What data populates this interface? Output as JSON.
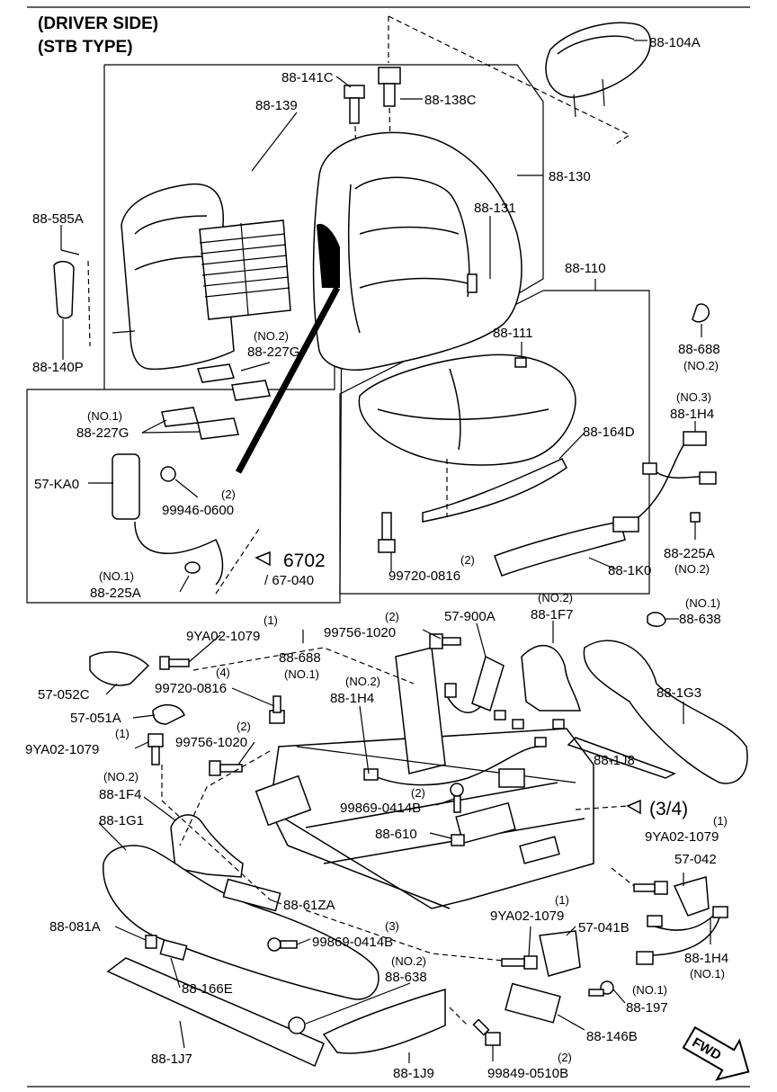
{
  "title": {
    "line1": "(DRIVER SIDE)",
    "line2": "(STB TYPE)"
  },
  "labels": {
    "p88_104A": "88-104A",
    "p88_141C": "88-141C",
    "p88_138C": "88-138C",
    "p88_139": "88-139",
    "p88_130": "88-130",
    "p88_131": "88-131",
    "p88_585A": "88-585A",
    "p88_140P": "88-140P",
    "p88_227G_no2_qual": "(NO.2)",
    "p88_227G_no2": "88-227G",
    "p88_227G_no1_qual": "(NO.1)",
    "p88_227G_no1": "88-227G",
    "p57_KA0": "57-KA0",
    "p99946_qty": "(2)",
    "p99946": "99946-0600",
    "p88_225A_no1_qual": "(NO.1)",
    "p88_225A_no1": "88-225A",
    "ref6702": "6702",
    "ref67_040": "/ 67-040",
    "p88_110": "88-110",
    "p88_111": "88-111",
    "p88_164D": "88-164D",
    "p99720_0816_qty": "(2)",
    "p99720_0816": "99720-0816",
    "p88_1K0": "88-1K0",
    "p88_688_no2": "88-688",
    "p88_688_no2_qual": "(NO.2)",
    "p88_1H4_no3_qual": "(NO.3)",
    "p88_1H4_no3": "88-1H4",
    "p88_225A_no2": "88-225A",
    "p88_225A_no2_qual": "(NO.2)",
    "p9YA02_a_qty": "(1)",
    "p9YA02_a": "9YA02-1079",
    "p88_688_no1": "88-688",
    "p88_688_no1_qual": "(NO.1)",
    "p99756_a_qty": "(2)",
    "p99756_a": "99756-1020",
    "p57_900A": "57-900A",
    "p88_1F7_qual": "(NO.2)",
    "p88_1F7": "88-1F7",
    "p88_638_no1_qual": "(NO.1)",
    "p88_638_no1": "88-638",
    "p57_052C": "57-052C",
    "p99720_b_qty": "(4)",
    "p99720_b": "99720-0816",
    "p88_1H4_no2_qual": "(NO.2)",
    "p88_1H4_no2": "88-1H4",
    "p88_1G3": "88-1G3",
    "p57_051A": "57-051A",
    "p9YA02_b_qty": "(1)",
    "p9YA02_b": "9YA02-1079",
    "p99756_b_qty": "(2)",
    "p99756_b": "99756-1020",
    "p88_1J8": "88-1J8",
    "p88_1F4_qual": "(NO.2)",
    "p88_1F4": "88-1F4",
    "p99869_a_qty": "(2)",
    "p99869_a": "99869-0414B",
    "ref3_4": "(3/4)",
    "p88_1G1": "88-1G1",
    "p88_610": "88-610",
    "p9YA02_c_qty": "(1)",
    "p9YA02_c": "9YA02-1079",
    "p57_042": "57-042",
    "p88_61ZA": "88-61ZA",
    "p9YA02_d_qty": "(1)",
    "p9YA02_d": "9YA02-1079",
    "p88_081A": "88-081A",
    "p99869_b_qty": "(3)",
    "p99869_b": "99869-0414B",
    "p57_041B": "57-041B",
    "p88_1H4_no1": "88-1H4",
    "p88_1H4_no1_qual": "(NO.1)",
    "p88_166E": "88-166E",
    "p88_638_no2_qual": "(NO.2)",
    "p88_638_no2": "88-638",
    "p88_197_qual": "(NO.1)",
    "p88_197": "88-197",
    "p88_146B": "88-146B",
    "p88_1J7": "88-1J7",
    "p88_1J9": "88-1J9",
    "p99849_qty": "(2)",
    "p99849": "99849-0510B",
    "fwd": "FWD"
  }
}
